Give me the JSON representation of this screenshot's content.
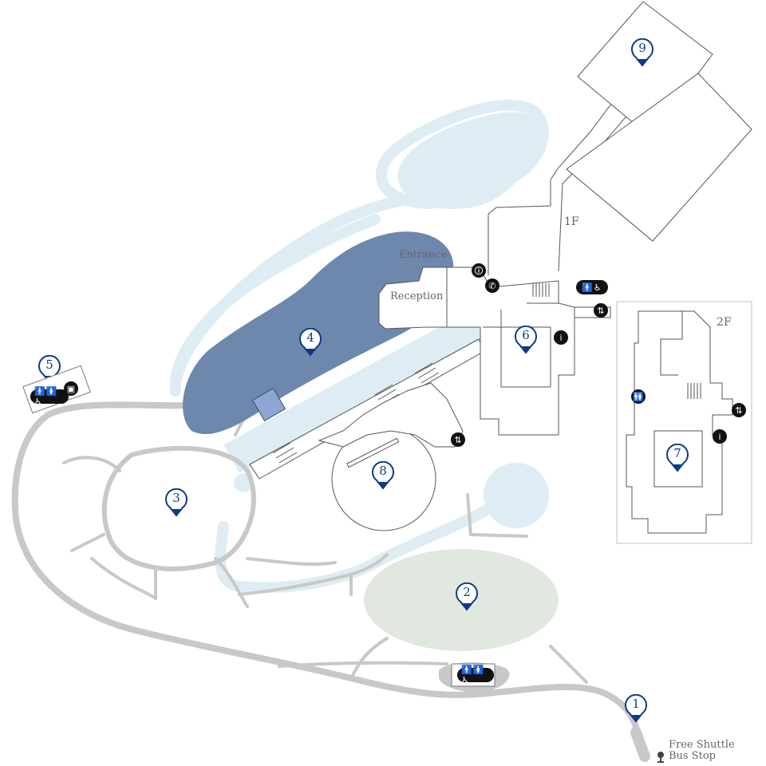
{
  "labels": {
    "entrance": "Entrance",
    "reception": "Reception",
    "floor1": "1F",
    "floor2": "2F",
    "shuttle_line1": "Free Shuttle",
    "shuttle_line2": "Bus Stop"
  },
  "markers": [
    {
      "id": "1",
      "label": "1"
    },
    {
      "id": "2",
      "label": "2"
    },
    {
      "id": "3",
      "label": "3"
    },
    {
      "id": "4",
      "label": "4"
    },
    {
      "id": "5",
      "label": "5"
    },
    {
      "id": "6",
      "label": "6"
    },
    {
      "id": "7",
      "label": "7"
    },
    {
      "id": "8",
      "label": "8"
    },
    {
      "id": "9",
      "label": "9"
    }
  ],
  "icons": {
    "restroom": "restroom-icon",
    "accessible_restroom": "accessible-restroom-icon",
    "elevator": "elevator-icon",
    "info": "information-icon",
    "phone": "phone-icon",
    "locker": "locker-icon",
    "person": "person-icon",
    "bus_stop": "bus-stop-icon"
  },
  "colors": {
    "path": "#c8c8c8",
    "water": "#deedf3",
    "pond_dark": "#6e87ad",
    "lawn": "#e1e8e0",
    "building_line": "#555555",
    "marker": "#0c3b86",
    "icon_bg": "#111111"
  }
}
